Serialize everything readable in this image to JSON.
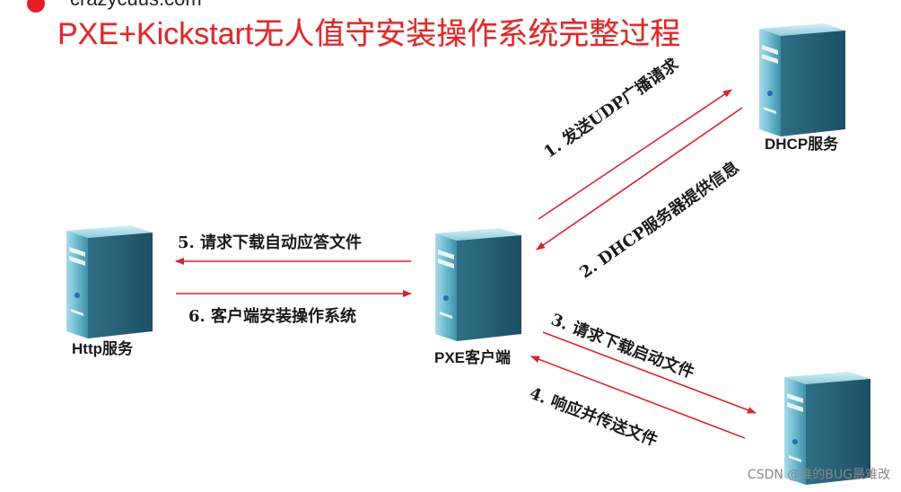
{
  "header": {
    "logo_text": "crazycuus.com",
    "title": "PXE+Kickstart无人值守安装操作系统完整过程"
  },
  "nodes": {
    "dhcp": "DHCP服务",
    "http": "Http服务",
    "client": "PXE客户端"
  },
  "steps": {
    "s1": "1. 发送UDP广播请求",
    "s2": "2. DHCP服务器提供信息",
    "s3": "3. 请求下载启动文件",
    "s4": "4. 响应并传送文件",
    "s5": "5. 请求下载自动应答文件",
    "s6": "6. 客户端安装操作系统"
  },
  "watermark": "CSDN @谁的BUG最难改",
  "colors": {
    "arrow": "#d9262b",
    "title": "#e02828",
    "server": "#5fb3c8"
  }
}
